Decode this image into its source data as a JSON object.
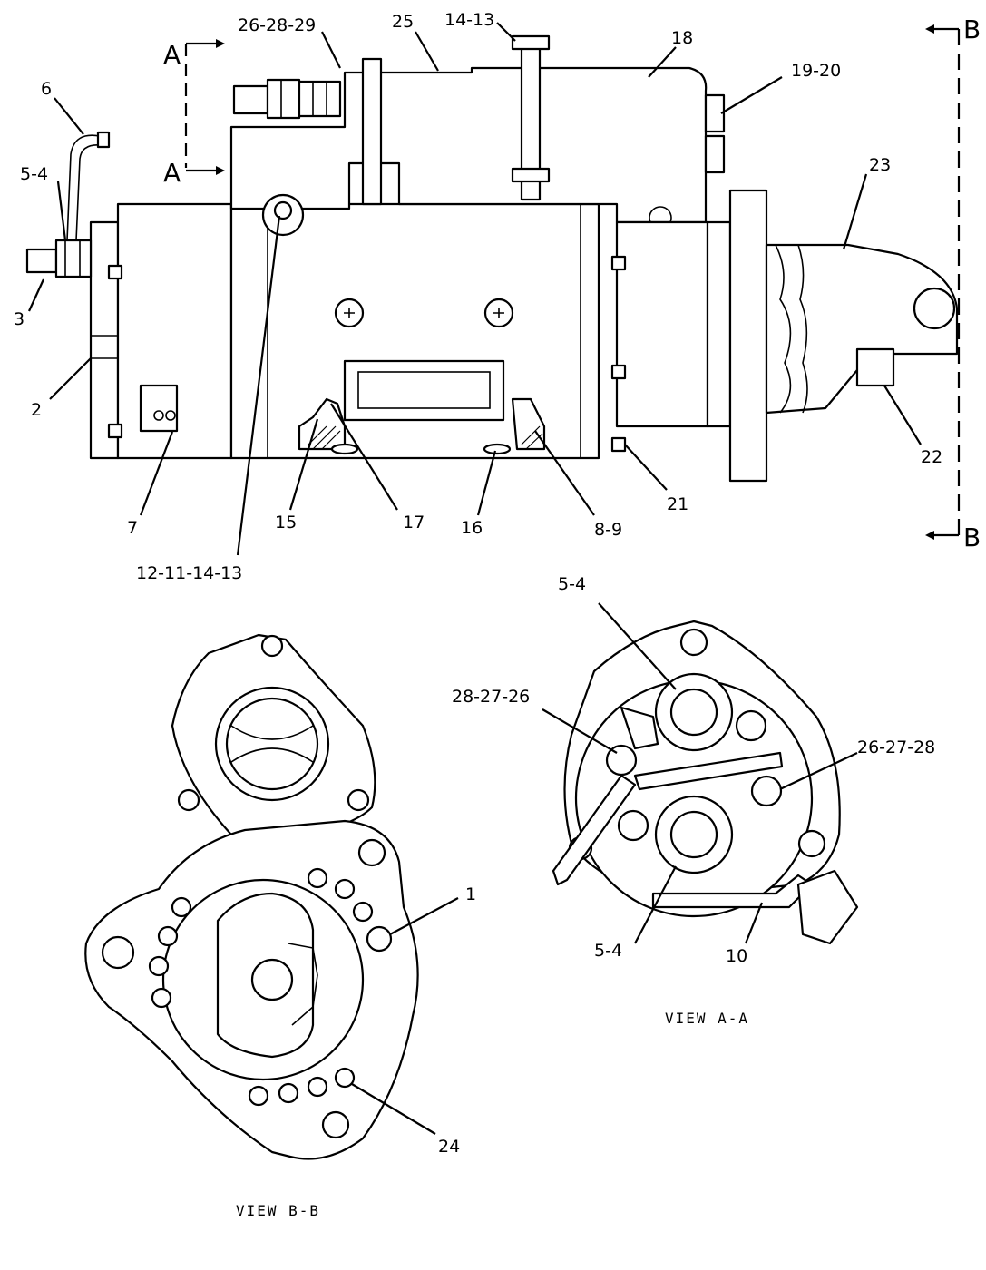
{
  "section_markers": {
    "a": "A",
    "b": "B"
  },
  "views": {
    "view_aa": "VIEW A-A",
    "view_bb": "VIEW B-B"
  },
  "callouts": {
    "c_26_28_29": "26-28-29",
    "c_25": "25",
    "c_14_13_top": "14-13",
    "c_18": "18",
    "c_19_20": "19-20",
    "c_23": "23",
    "c_6": "6",
    "c_5_4_main": "5-4",
    "c_3": "3",
    "c_2": "2",
    "c_7": "7",
    "c_12_11_14_13": "12-11-14-13",
    "c_15": "15",
    "c_17": "17",
    "c_16": "16",
    "c_8_9": "8-9",
    "c_21": "21",
    "c_22": "22",
    "c_5_4_aa_top": "5-4",
    "c_28_27_26": "28-27-26",
    "c_26_27_28": "26-27-28",
    "c_5_4_aa_bottom": "5-4",
    "c_10": "10",
    "c_1": "1",
    "c_24": "24"
  }
}
